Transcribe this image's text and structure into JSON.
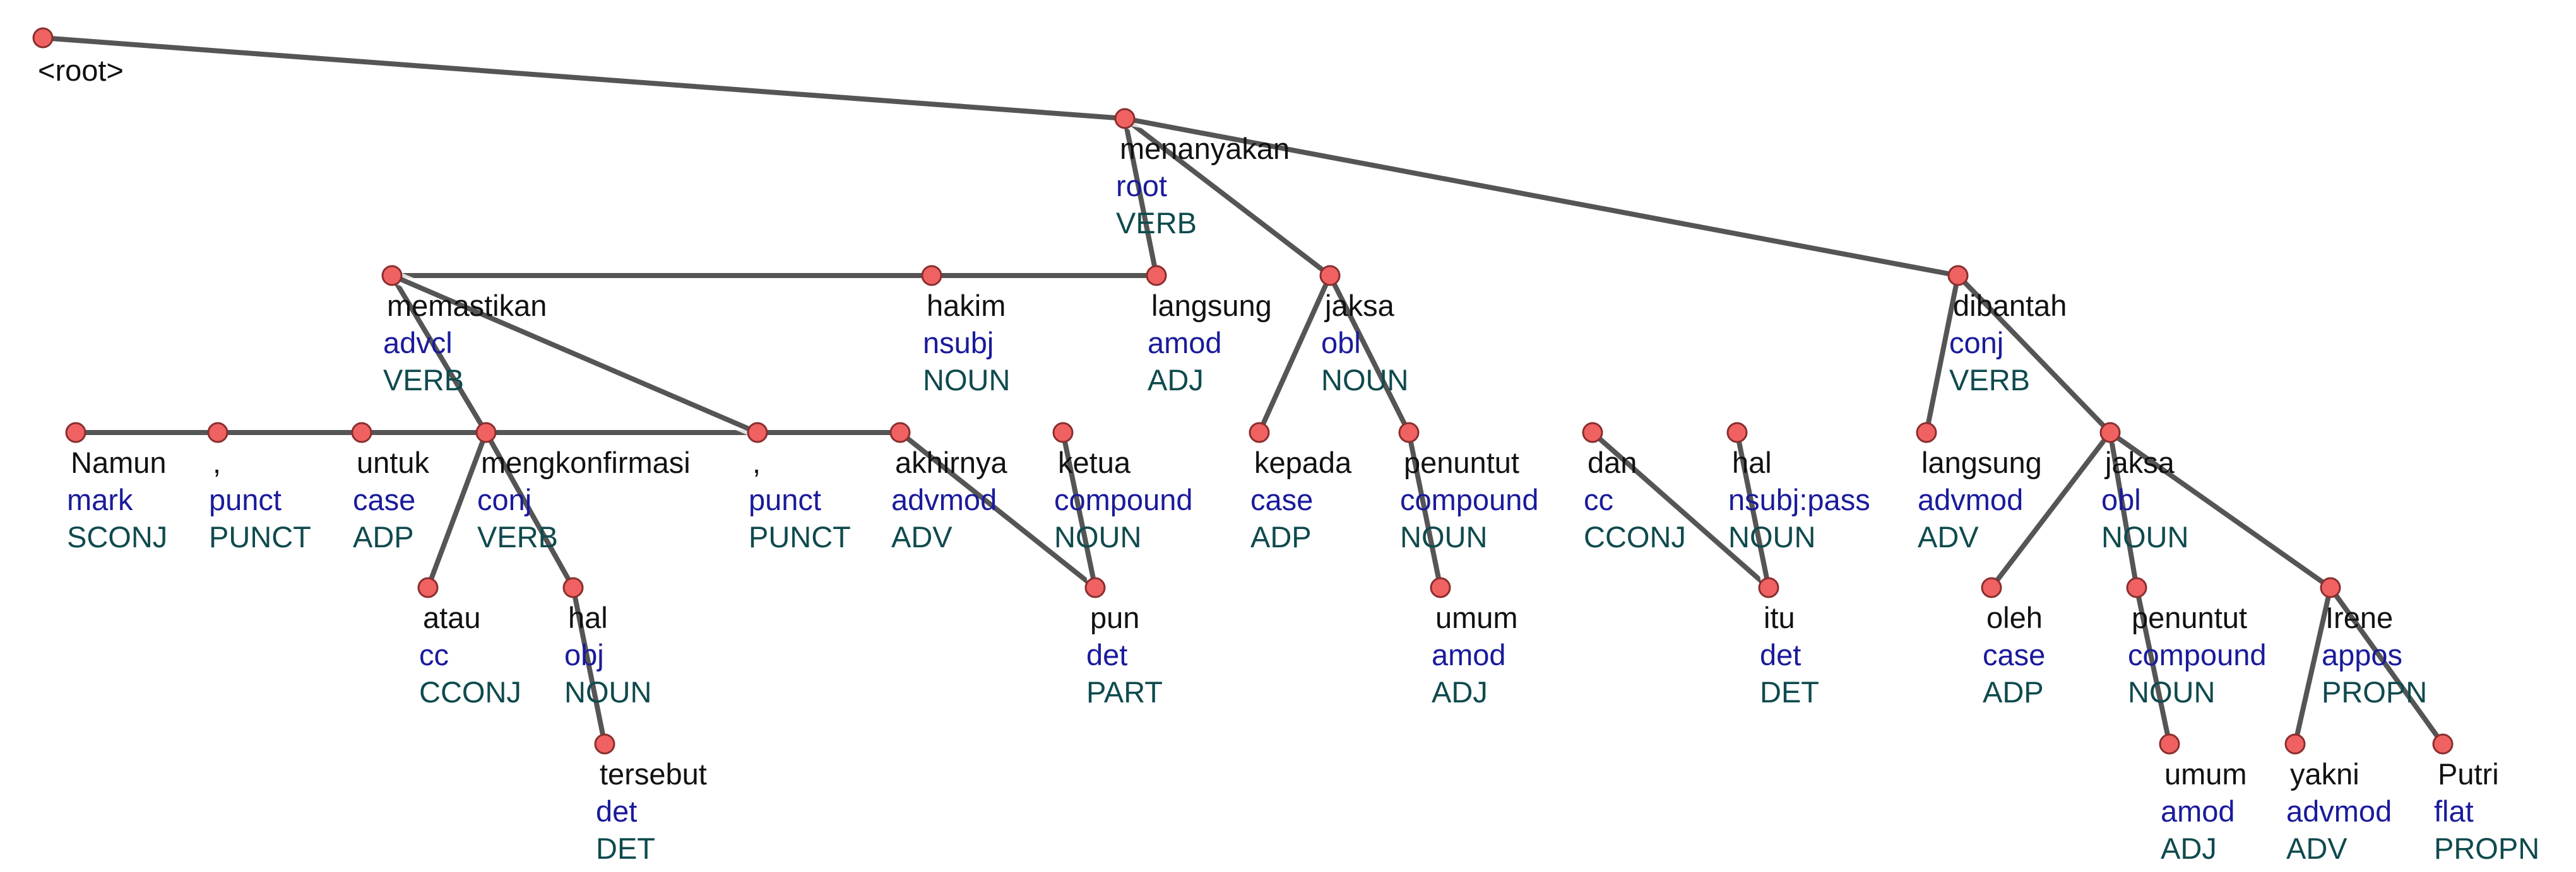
{
  "root_label": "<root>",
  "tokens": [
    {
      "id": 1,
      "form": "Namun",
      "deprel": "mark",
      "upos": "SCONJ",
      "head": 10
    },
    {
      "id": 2,
      "form": ",",
      "deprel": "punct",
      "upos": "PUNCT",
      "head": 10
    },
    {
      "id": 3,
      "form": "untuk",
      "deprel": "case",
      "upos": "ADP",
      "head": 10
    },
    {
      "id": 4,
      "form": "atau",
      "deprel": "cc",
      "upos": "CCONJ",
      "head": 6
    },
    {
      "id": 5,
      "form": "memastikan",
      "deprel": "advcl",
      "upos": "VERB",
      "head": 11
    },
    {
      "id": 6,
      "form": "mengkonfirmasi",
      "deprel": "conj",
      "upos": "VERB",
      "head": 5
    },
    {
      "id": 7,
      "form": "hal",
      "deprel": "obj",
      "upos": "NOUN",
      "head": 6
    },
    {
      "id": 8,
      "form": "tersebut",
      "deprel": "det",
      "upos": "DET",
      "head": 7
    },
    {
      "id": 9,
      "form": ",",
      "deprel": "punct",
      "upos": "PUNCT",
      "head": 5
    },
    {
      "id": 10,
      "form": "akhirnya",
      "deprel": "advmod",
      "upos": "ADV",
      "head": 13
    },
    {
      "id": 11,
      "form": "hakim",
      "deprel": "nsubj",
      "upos": "NOUN",
      "head": 15
    },
    {
      "id": 12,
      "form": "ketua",
      "deprel": "compound",
      "upos": "NOUN",
      "head": 13
    },
    {
      "id": 13,
      "form": "pun",
      "deprel": "det",
      "upos": "PART",
      "head": 12
    },
    {
      "id": 14,
      "form": "menanyakan",
      "deprel": "root",
      "upos": "VERB",
      "head": 0
    },
    {
      "id": 15,
      "form": "langsung",
      "deprel": "amod",
      "upos": "ADJ",
      "head": 14
    },
    {
      "id": 16,
      "form": "kepada",
      "deprel": "case",
      "upos": "ADP",
      "head": 17
    },
    {
      "id": 17,
      "form": "jaksa",
      "deprel": "obl",
      "upos": "NOUN",
      "head": 14
    },
    {
      "id": 18,
      "form": "penuntut",
      "deprel": "compound",
      "upos": "NOUN",
      "head": 17
    },
    {
      "id": 19,
      "form": "umum",
      "deprel": "amod",
      "upos": "ADJ",
      "head": 18
    },
    {
      "id": 20,
      "form": "dan",
      "deprel": "cc",
      "upos": "CCONJ",
      "head": 22
    },
    {
      "id": 21,
      "form": "hal",
      "deprel": "nsubj:pass",
      "upos": "NOUN",
      "head": 22
    },
    {
      "id": 22,
      "form": "itu",
      "deprel": "det",
      "upos": "DET",
      "head": 21
    },
    {
      "id": 23,
      "form": "dibantah",
      "deprel": "conj",
      "upos": "VERB",
      "head": 14
    },
    {
      "id": 24,
      "form": "langsung",
      "deprel": "advmod",
      "upos": "ADV",
      "head": 23
    },
    {
      "id": 25,
      "form": "oleh",
      "deprel": "case",
      "upos": "ADP",
      "head": 26
    },
    {
      "id": 26,
      "form": "jaksa",
      "deprel": "obl",
      "upos": "NOUN",
      "head": 23
    },
    {
      "id": 27,
      "form": "penuntut",
      "deprel": "compound",
      "upos": "NOUN",
      "head": 26
    },
    {
      "id": 28,
      "form": "umum",
      "deprel": "amod",
      "upos": "ADJ",
      "head": 27
    },
    {
      "id": 29,
      "form": "Irene",
      "deprel": "appos",
      "upos": "PROPN",
      "head": 26
    },
    {
      "id": 30,
      "form": "yakni",
      "deprel": "advmod",
      "upos": "ADV",
      "head": 29
    },
    {
      "id": 31,
      "form": "Putri",
      "deprel": "flat",
      "upos": "PROPN",
      "head": 29
    }
  ],
  "colors": {
    "node_fill": "#f06262",
    "edge": "#555555",
    "word": "#111111",
    "deprel": "#1a1a9c",
    "upos": "#0f4a4d"
  }
}
